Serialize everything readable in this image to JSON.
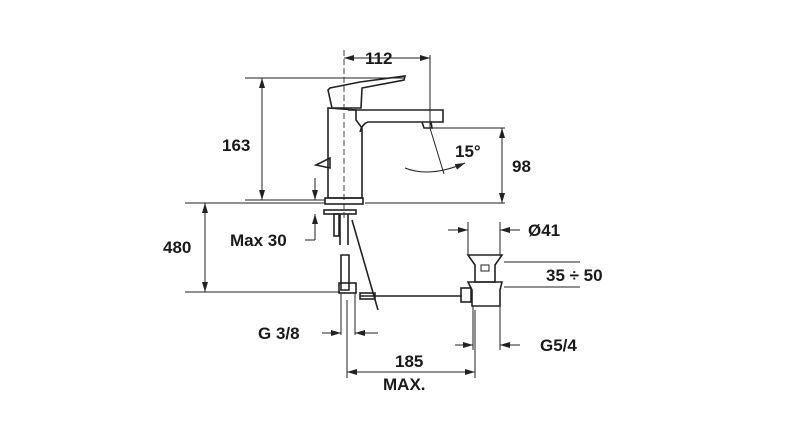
{
  "drawing": {
    "labels": {
      "width_top": "112",
      "height_total": "163",
      "angle": "15°",
      "spout_height": "98",
      "hose_length": "480",
      "max_thickness": "Max 30",
      "waste_diameter": "Ø41",
      "waste_range": "35 ÷ 50",
      "inlet_thread": "G 3/8",
      "waste_thread": "G5/4",
      "rod_length": "185",
      "rod_max": "MAX."
    },
    "line_color": "#222222"
  }
}
